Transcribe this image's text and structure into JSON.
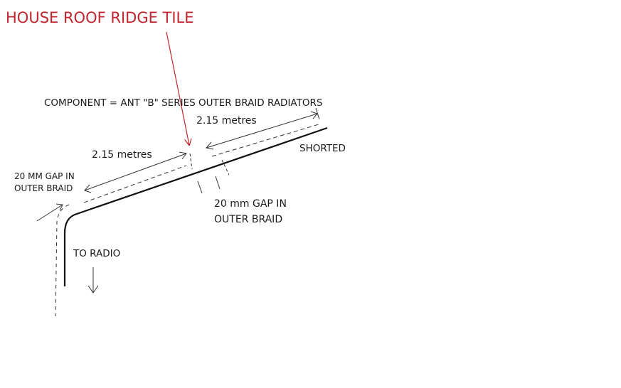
{
  "title": "HOUSE ROOF RIDGE TILE",
  "component_label": "COMPONENT =  ANT   \"B\"  SERIES OUTER BRAID RADIATORS",
  "dimensions": {
    "upper_length": "2.15 metres",
    "lower_length": "2.15 metres"
  },
  "labels": {
    "shorted": "SHORTED",
    "gap_left_line1": "20 MM GAP IN",
    "gap_left_line2": "OUTER BRAID",
    "gap_mid_line1": "20 mm GAP IN",
    "gap_mid_line2": "OUTER BRAID",
    "to_radio": "TO RADIO"
  },
  "colors": {
    "title": "#c0262d",
    "arrow": "#c0262d",
    "ink": "#1a1a1a"
  }
}
